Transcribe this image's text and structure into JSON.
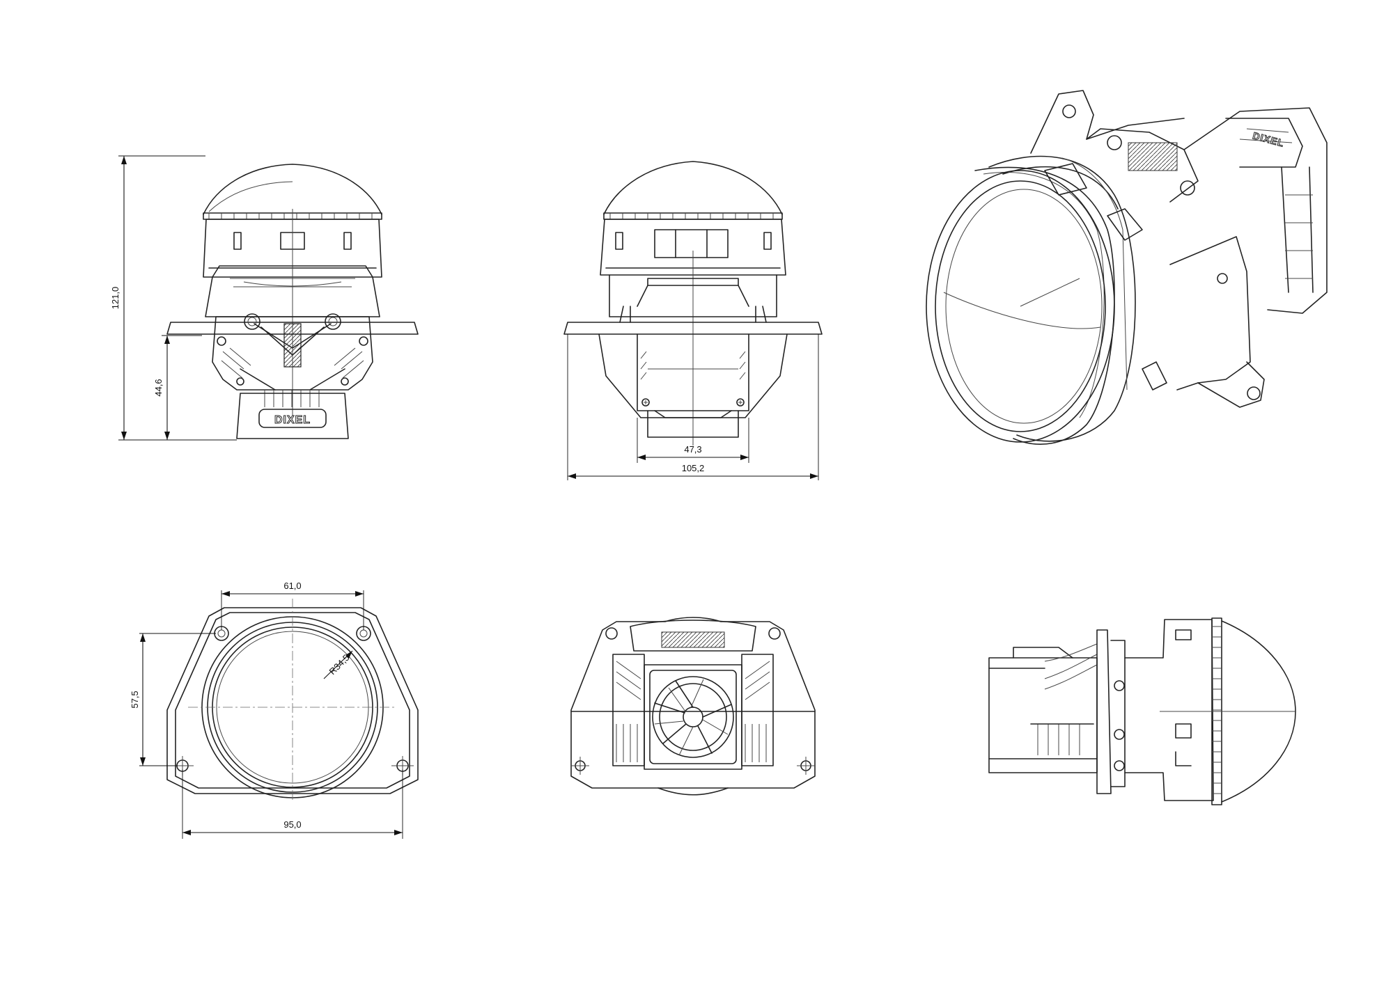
{
  "colors": {
    "line": "#222222",
    "dimension": "#111111",
    "background": "#ffffff"
  },
  "brand": {
    "logo_text": "DIXEL"
  },
  "views": {
    "front_elevation": {
      "dimensions": {
        "total_height": "121,0",
        "flange_height": "44,6"
      }
    },
    "rear_elevation": {
      "dimensions": {
        "housing_width": "47,3",
        "flange_width": "105,2"
      }
    },
    "isometric": {},
    "front_face": {
      "dimensions": {
        "hole_spacing_top": "61,0",
        "hole_spacing_vertical": "57,5",
        "lens_radius": "R34,5",
        "hole_spacing_bottom": "95,0"
      }
    },
    "rear_face": {},
    "side_view": {}
  }
}
